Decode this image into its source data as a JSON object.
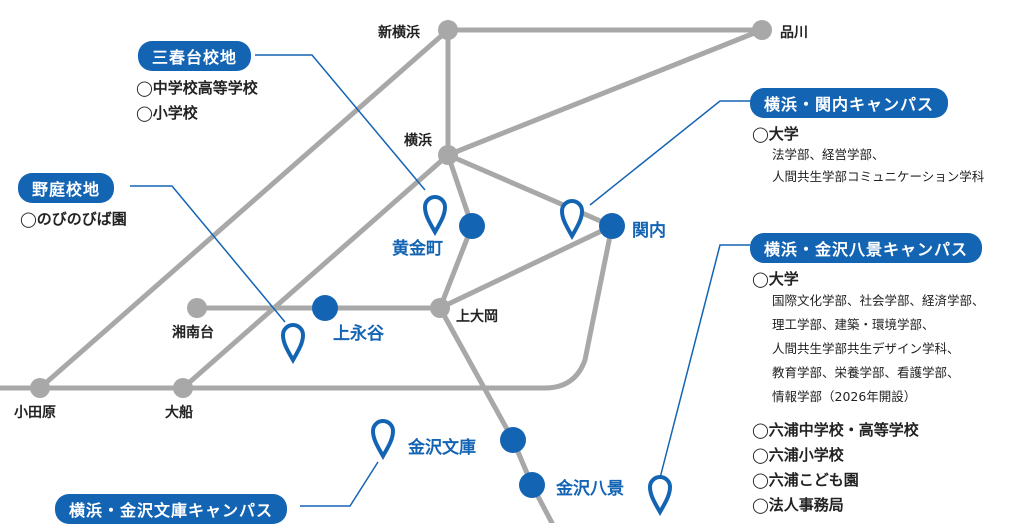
{
  "stations": {
    "shin_yokohama": "新横浜",
    "shinagawa": "品川",
    "yokohama": "横浜",
    "odawara": "小田原",
    "ofuna": "大船",
    "shonandai": "湘南台",
    "kamiooka": "上大岡"
  },
  "campus_stations": {
    "koganecho": "黄金町",
    "kannai": "関内",
    "kaminagaya": "上永谷",
    "kanazawabunko": "金沢文庫",
    "kanazawahakkei": "金沢八景"
  },
  "campuses": {
    "mitsuharudai": {
      "label": "三春台校地",
      "items": [
        "◯中学校高等学校",
        "◯小学校"
      ]
    },
    "nobe": {
      "label": "野庭校地",
      "items": [
        "◯のびのびば園"
      ]
    },
    "kannai": {
      "label": "横浜・関内キャンパス",
      "items": [
        "◯大学"
      ],
      "details": [
        "法学部、経営学部、",
        "人間共生学部コミュニケーション学科"
      ]
    },
    "hakkei": {
      "label": "横浜・金沢八景キャンパス",
      "items": [
        "◯大学",
        "◯六浦中学校・高等学校",
        "◯六浦小学校",
        "◯六浦こども園",
        "◯法人事務局"
      ],
      "details": [
        "国際文化学部、社会学部、経済学部、",
        "理工学部、建築・環境学部、",
        "人間共生学部共生デザイン学科、",
        "教育学部、栄養学部、看護学部、",
        "情報学部（2026年開設）"
      ]
    },
    "bunko": {
      "label": "横浜・金沢文庫キャンパス"
    }
  },
  "colors": {
    "accent": "#1464b4",
    "line": "#a8a8a8"
  }
}
